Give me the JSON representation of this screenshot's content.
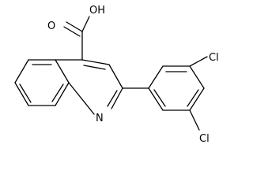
{
  "molecule": {
    "atoms": {
      "oh": "OH",
      "o": "O",
      "n": "N",
      "cl_upper": "Cl",
      "cl_lower": "Cl"
    }
  }
}
